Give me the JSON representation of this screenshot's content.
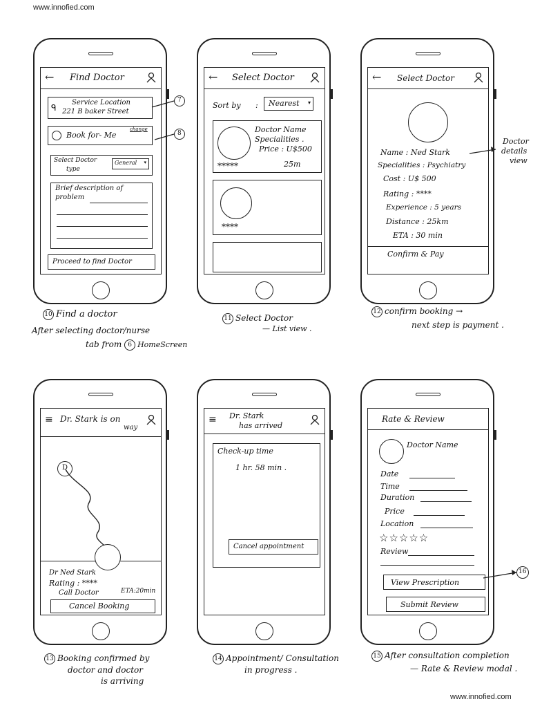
{
  "watermark_top": "www.innofied.com",
  "watermark_bottom": "www.innofied.com",
  "screens": {
    "find": {
      "back": "←",
      "title": "Find Doctor",
      "service_location_label": "Service Location",
      "service_location_value": "221 B baker Street",
      "book_for": "Book for- Me",
      "change": "change",
      "select_doctor_type": "Select Doctor",
      "type_word": "type",
      "type_value": "General",
      "brief_label_1": "Brief description of",
      "brief_label_2": "problem",
      "proceed": "Proceed to find Doctor",
      "callout_7": "7",
      "callout_8": "8"
    },
    "list": {
      "back": "←",
      "title": "Select Doctor",
      "sort_by": "Sort by",
      "colon": ":",
      "sort_value": "Nearest",
      "doctor_name": "Doctor Name",
      "specialities": "Specialities .",
      "price": "Price : U$500",
      "rating1": "*****",
      "distance": "25m",
      "rating2": "****"
    },
    "detail": {
      "back": "←",
      "title": "Select Doctor",
      "name": "Name : Ned Stark",
      "specialities": "Specialities : Psychiatry",
      "cost": "Cost  : U$ 500",
      "rating": "Rating : ****",
      "experience": "Experience : 5 years",
      "distance": "Distance : 25km",
      "eta": "ETA  : 30 min",
      "confirm": "Confirm & Pay",
      "note_1": "Doctor",
      "note_2": "details",
      "note_3": "view"
    },
    "map": {
      "menu": "≡",
      "title_1": "Dr. Stark is on",
      "title_2": "way",
      "marker": "D",
      "doctor": "Dr Ned Stark",
      "rating": "Rating : ****",
      "call": "Call Doctor",
      "eta": "ETA:20min",
      "cancel": "Cancel Booking"
    },
    "progress": {
      "menu": "≡",
      "title_1": "Dr. Stark",
      "title_2": "has arrived",
      "checkup": "Check-up time",
      "time": "1 hr. 58 min .",
      "cancel": "Cancel appointment"
    },
    "review": {
      "title": "Rate & Review",
      "doctor_name": "Doctor Name",
      "date": "Date",
      "time": "Time",
      "duration": "Duration",
      "price": "Price",
      "location": "Location",
      "stars": "☆☆☆☆☆",
      "review": "Review",
      "view_prescription": "View Prescription",
      "submit": "Submit Review",
      "callout_16": "16"
    }
  },
  "captions": {
    "c10_num": "10",
    "c10_1": "Find a doctor",
    "c10_2": "After selecting doctor/nurse",
    "c10_3": "tab from",
    "c10_6": "6",
    "c10_4": "HomeScreen",
    "c11_num": "11",
    "c11_1": "Select Doctor",
    "c11_2": "— List view .",
    "c12_num": "12",
    "c12_1": "confirm booking →",
    "c12_2": "next step is payment .",
    "c13_num": "13",
    "c13_1": "Booking confirmed by",
    "c13_2": "doctor and doctor",
    "c13_3": "is arriving",
    "c14_num": "14",
    "c14_1": "Appointment/ Consultation",
    "c14_2": "in progress .",
    "c15_num": "15",
    "c15_1": "After consultation completion",
    "c15_2": "— Rate & Review modal ."
  }
}
